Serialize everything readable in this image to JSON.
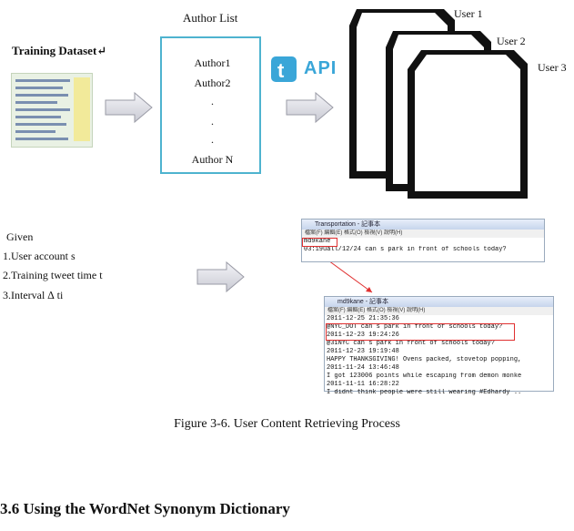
{
  "training": {
    "title": "Training Dataset↵"
  },
  "author_list": {
    "title": "Author List",
    "items": [
      "Author1",
      "Author2",
      ".",
      ".",
      ".",
      "Author N"
    ]
  },
  "api": {
    "label": "API"
  },
  "users": [
    "User 1",
    "User 2",
    "User 3"
  ],
  "given": {
    "title": "Given",
    "items": [
      "1.User account s",
      "2.Training tweet time t",
      "3.Interval ∆ ti"
    ]
  },
  "screen_small": {
    "title": "Transportation - 記事本",
    "menu": "檔案(F)  編輯(E)  格式(O)  檢視(V)  說明(H)",
    "lines": [
      "md9kane",
      "03:19uall/12/24 can s park in front of schools today?"
    ]
  },
  "screen_large": {
    "title": "md9kane - 記事本",
    "menu": "檔案(F)  編輯(E)  格式(O)  檢視(V)  說明(H)",
    "lines": [
      "2011-12-25 21:35:36",
      "@NYC_DOT can s park in front of schools today?",
      "2011-12-23 19:24:26",
      "@31NYC can s park in front of schools today?",
      "2011-12-23 19:19:48",
      "HAPPY THANKSGIVING! Ovens packed, stovetop popping,",
      "2011-11-24 13:46:48",
      "I got 123006 points while escaping from demon monke",
      "2011-11-11 16:28:22",
      "I didnt think people were still wearing #Edhardy .."
    ]
  },
  "caption": "Figure 3-6. User Content Retrieving Process",
  "section_heading": "3.6  Using the WordNet Synonym Dictionary",
  "colors": {
    "box_border": "#4eb3cf",
    "highlight": "#e03030",
    "api_blue": "#3aa6d8"
  }
}
